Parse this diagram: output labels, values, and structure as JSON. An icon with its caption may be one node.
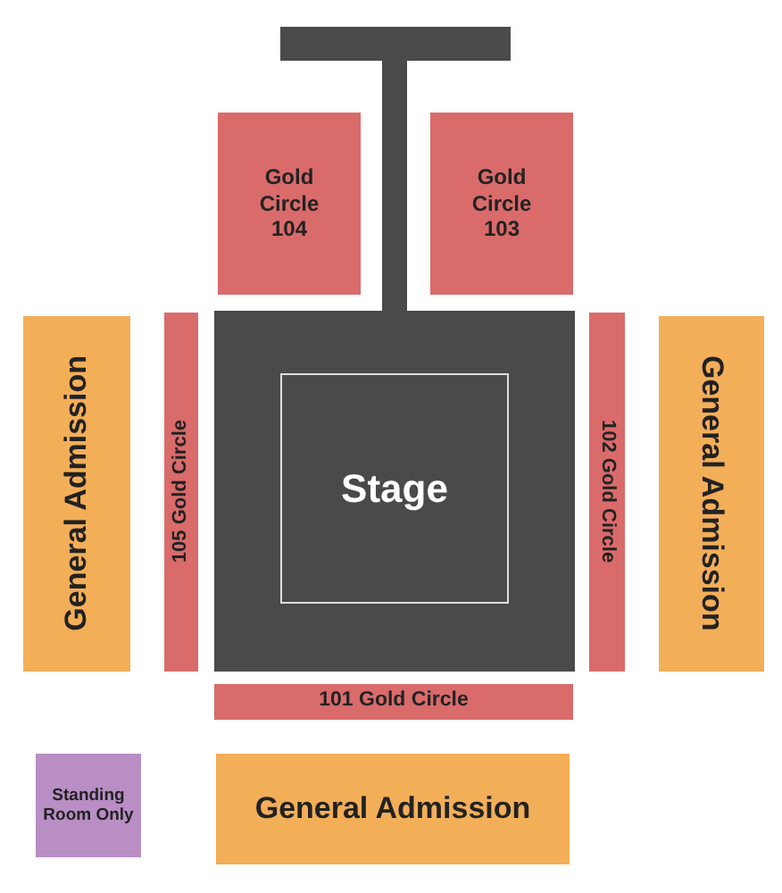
{
  "diagram": {
    "nodes": [
      {
        "text": [
          "Gold Circle 104"
        ]
      },
      {
        "text": [
          "Gold Circle 103"
        ]
      },
      {
        "text": [
          "General Admission"
        ]
      },
      {
        "text": [
          "105 Gold Circle"
        ]
      },
      {
        "text": [
          "Stage"
        ]
      },
      {
        "text": [
          "102 Gold Circle"
        ]
      },
      {
        "text": [
          "General Admission"
        ]
      },
      {
        "text": [
          "101 Gold Circle"
        ]
      },
      {
        "text": [
          "Standing Room Only"
        ]
      },
      {
        "text": [
          "General Admission"
        ]
      }
    ]
  }
}
